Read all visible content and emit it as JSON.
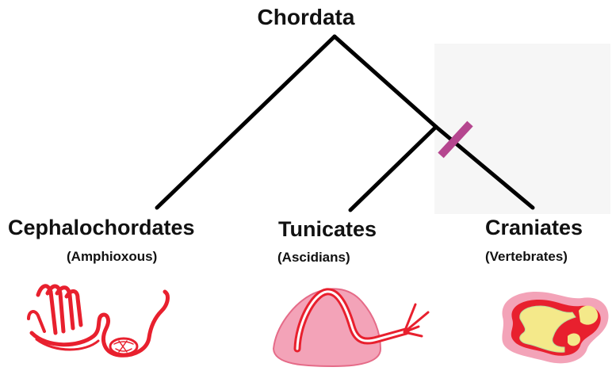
{
  "root": {
    "label": "Chordata"
  },
  "taxa": [
    {
      "name": "Cephalochordates",
      "sub": "(Amphioxous)"
    },
    {
      "name": "Tunicates",
      "sub": "(Ascidians)"
    },
    {
      "name": "Craniates",
      "sub": "(Vertebrates)"
    }
  ],
  "colors": {
    "branch": "#000000",
    "marker": "#b5468f",
    "illustration_red": "#e8202e",
    "illustration_pink": "#f3a3b8",
    "illustration_yellow": "#f4e98a"
  },
  "icons": [
    "amphioxus-illustration",
    "ascidian-illustration",
    "vertebrate-embryo-illustration"
  ]
}
